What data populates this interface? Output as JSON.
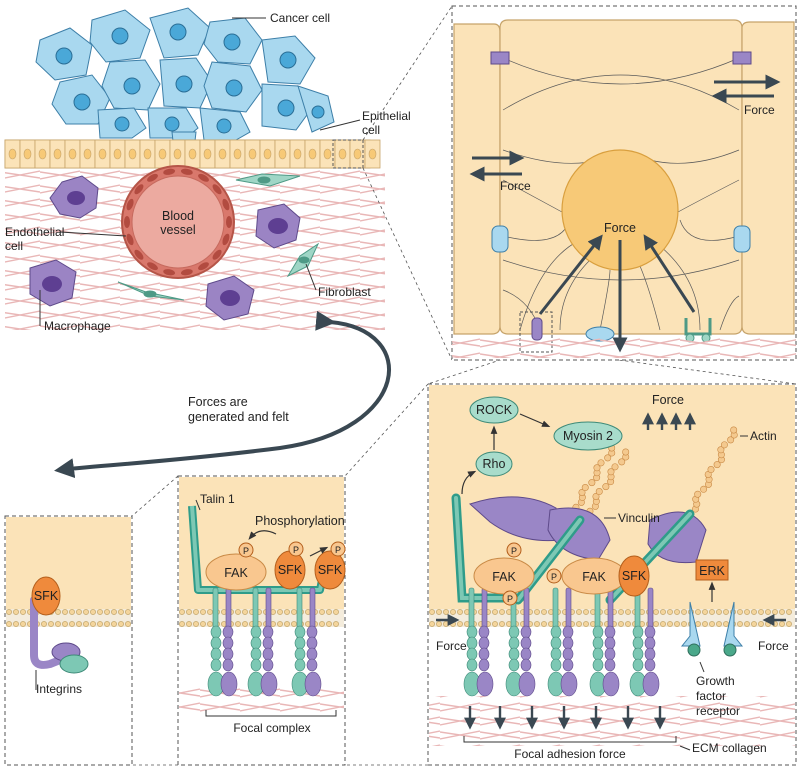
{
  "labels": {
    "cancer_cell": "Cancer cell",
    "epithelial_line1": "Epithelial",
    "epithelial_line2": "cell",
    "blood_vessel_line1": "Blood",
    "blood_vessel_line2": "vessel",
    "endothelial_line1": "Endothelial",
    "endothelial_line2": "cell",
    "fibroblast": "Fibroblast",
    "macrophage": "Macrophage",
    "forces_line1": "Forces are",
    "forces_line2": "generated and felt",
    "force": "Force",
    "talin": "Talin 1",
    "phosphorylation": "Phosphorylation",
    "integrins": "Integrins",
    "focal_complex": "Focal complex",
    "rock": "ROCK",
    "myosin": "Myosin 2",
    "rho": "Rho",
    "actin": "Actin",
    "vinculin": "Vinculin",
    "erk": "ERK",
    "gf_line1": "Growth",
    "gf_line2": "factor",
    "gf_line3": "receptor",
    "focal_adhesion_force": "Focal adhesion force",
    "ecm_collagen": "ECM collagen",
    "fak": "FAK",
    "sfk": "SFK",
    "p": "P"
  },
  "colors": {
    "cytoplasm": "#fbe3b8",
    "nucleus": "#f7c977",
    "cancer_cell": "#a9d8ef",
    "cancer_nucleus": "#4aa8d8",
    "macrophage": "#8a70b8",
    "fibroblast": "#9fd6c6",
    "vessel": "#d9786c",
    "fak": "#f9c78f",
    "sfk": "#ef8a3c",
    "integrin_teal": "#7dc8b4",
    "integrin_purple": "#9a86c6",
    "talin": "#2f9c8a",
    "arrow": "#3a4852",
    "collagen": "#e9b7b7"
  }
}
